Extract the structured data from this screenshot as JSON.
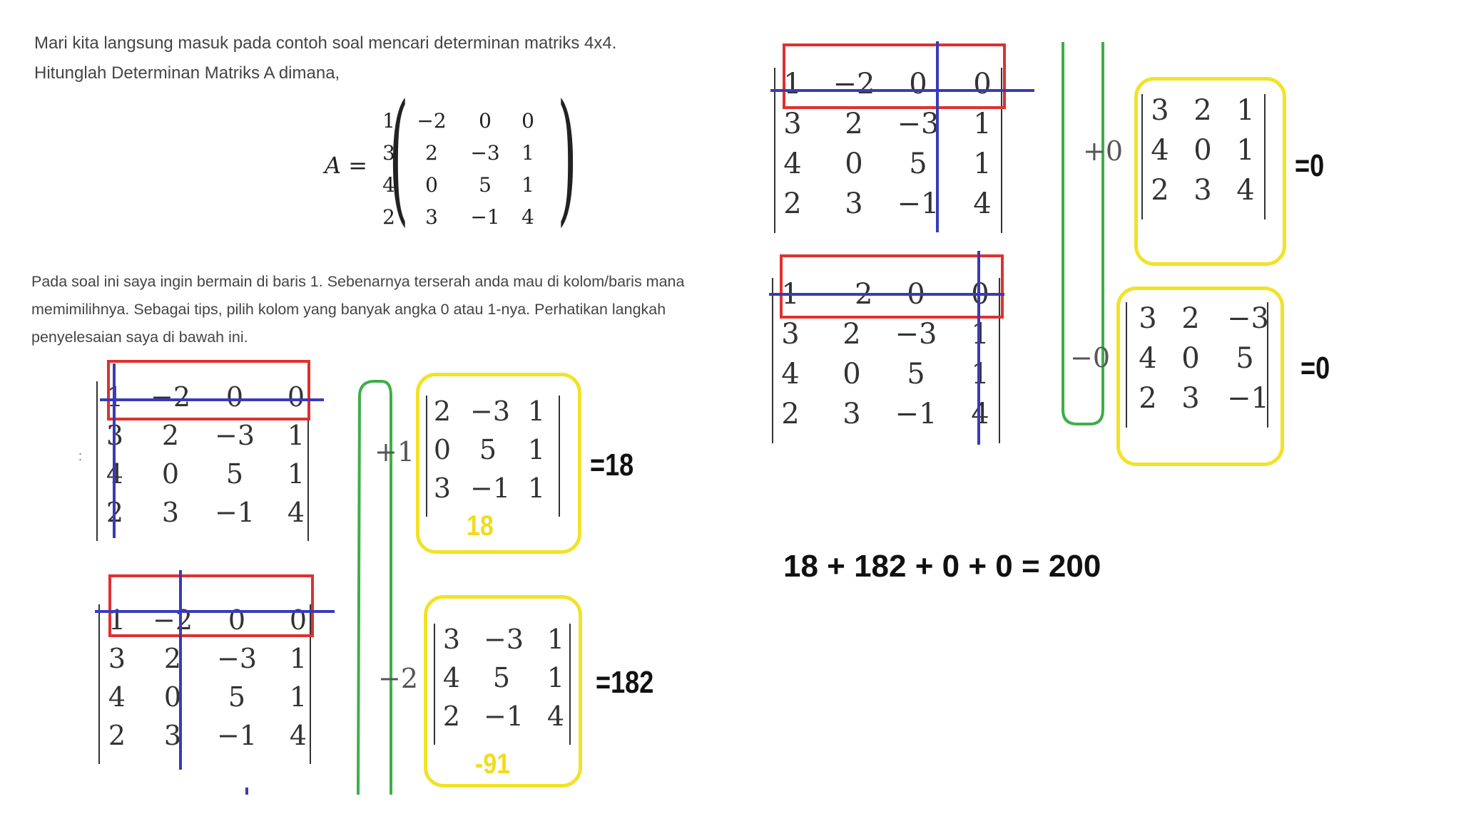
{
  "intro": {
    "line1": "Mari kita langsung masuk pada contoh soal mencari determinan matriks 4x4.",
    "line2": "Hitunglah Determinan Matriks A dimana,"
  },
  "matrix_a": {
    "label": "A =",
    "rows": [
      [
        "1",
        "−2",
        "0",
        "0"
      ],
      [
        "3",
        "2",
        "−3",
        "1"
      ],
      [
        "4",
        "0",
        "5",
        "1"
      ],
      [
        "2",
        "3",
        "−1",
        "4"
      ]
    ]
  },
  "paragraph": {
    "line1": "Pada soal ini saya ingin bermain di baris 1. Sebenarnya terserah anda mau di kolom/baris mana",
    "line2": "memimilihnya. Sebagai tips, pilih kolom yang banyak angka 0 atau 1-nya. Perhatikan langkah",
    "line3": "penyelesaian saya di bawah ini."
  },
  "stray_mark": ":",
  "steps": [
    {
      "coefficient": "+1",
      "minor": [
        [
          "2",
          "−3",
          "1"
        ],
        [
          "0",
          "5",
          "1"
        ],
        [
          "3",
          "−1",
          "1"
        ]
      ],
      "minor_value": "18",
      "result": "=18"
    },
    {
      "coefficient": "−2",
      "minor": [
        [
          "3",
          "−3",
          "1"
        ],
        [
          "4",
          "5",
          "1"
        ],
        [
          "2",
          "−1",
          "4"
        ]
      ],
      "minor_value": "-91",
      "result": "=182"
    },
    {
      "coefficient": "+0",
      "minor": [
        [
          "3",
          "2",
          "1"
        ],
        [
          "4",
          "0",
          "1"
        ],
        [
          "2",
          "3",
          "4"
        ]
      ],
      "result": "=0"
    },
    {
      "coefficient": "−0",
      "minor": [
        [
          "3",
          "2",
          "−3"
        ],
        [
          "4",
          "0",
          "5"
        ],
        [
          "2",
          "3",
          "−1"
        ]
      ],
      "result": "=0"
    }
  ],
  "final_sum": "18 + 182 + 0 + 0 = 200",
  "colors": {
    "crossout_box": "#e03030",
    "crossout_line": "#3a3ab8",
    "result_box": "#f2e227",
    "bracket": "#3fae49"
  }
}
